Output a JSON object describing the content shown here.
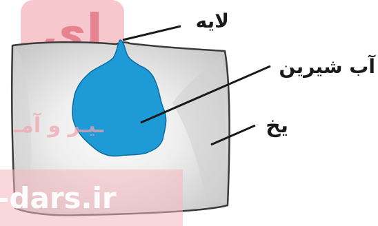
{
  "diagram": {
    "labels": {
      "layer": "لایه",
      "fresh_water": "آب شیرین",
      "ice": "یخ"
    }
  },
  "watermark": {
    "logo_text": "ای",
    "subtitle": "ـیـر و آمـ",
    "site": "-dars.ir"
  },
  "colors": {
    "water": "#1e9bd6",
    "water_edge": "#0b6d9e",
    "ice_fill": "#e9e9e9",
    "outline": "#3a3a3a",
    "watermark": "#f0a3ad"
  }
}
